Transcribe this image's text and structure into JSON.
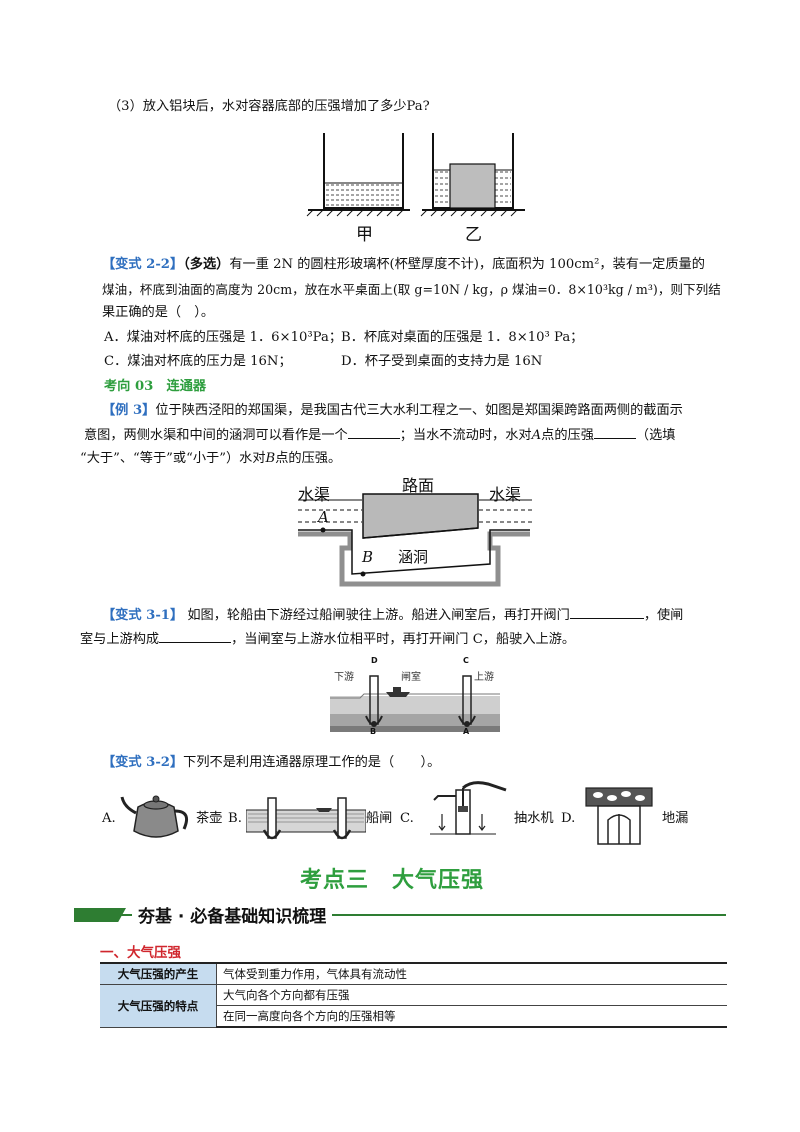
{
  "q3": "（3）放入铝块后，水对容器底部的压强增加了多少Pa?",
  "fig1": {
    "label_a": "甲",
    "label_b": "乙"
  },
  "v22": {
    "tag": "【变式 2-2】",
    "multi": "（多选）",
    "l1": "有一重 2N 的圆柱形玻璃杯(杯壁厚度不计)，底面积为 100cm²，装有一定质量的",
    "l2": "煤油，杯底到油面的高度为 20cm，放在水平桌面上(取 g=10N / kg，ρ 煤油=0．8×10³kg / m³)，则下列结",
    "l3": "果正确的是（　）。",
    "optA": "A．煤油对杯底的压强是 1．6×10³Pa；",
    "optB": "B．杯底对桌面的压强是 1．8×10³ Pa；",
    "optC": "C．煤油对杯底的压力是 16N；",
    "optD": "D．杯子受到桌面的支持力是 16N"
  },
  "kx03": {
    "code": "考向 03",
    "name": "连通器"
  },
  "ex3": {
    "tag": "【例 3】",
    "l1": "位于陕西泾阳的郑国渠，是我国古代三大水利工程之一、如图是郑国渠跨路面两侧的截面示",
    "l2a": "意图，两侧水渠和中间的涵洞可以看作是一个",
    "l2b": "；当水不流动时，水对",
    "l2A": "A",
    "l2c": "点的压强",
    "l2d": "（选填",
    "l3a": "“大于”、“等于”或“小于”）水对",
    "l3B": "B",
    "l3b": "点的压强。"
  },
  "fig2": {
    "left": "水渠",
    "road": "路面",
    "right": "水渠",
    "a": "A",
    "b": "B",
    "culvert": "涵洞"
  },
  "v31": {
    "tag": "【变式 3-1】",
    "l1a": "如图，轮船由下游经过船闸驶往上游。船进入闸室后，再打开阀门",
    "l1b": "，使闸",
    "l2a": "室与上游构成",
    "l2b": "，当闸室与上游水位相平时，再打开闸门 C，船驶入上游。"
  },
  "fig3": {
    "down": "下游",
    "chamber": "闸室",
    "up": "上游",
    "C": "C",
    "D": "D",
    "A": "A",
    "B": "B"
  },
  "v32": {
    "tag": "【变式 3-2】",
    "text": "下列不是利用连通器原理工作的是（　　）。",
    "optA": "A.",
    "nameA": "茶壶",
    "optB": "B.",
    "nameB": "船闸",
    "optC": "C.",
    "nameC": "抽水机",
    "optD": "D.",
    "nameD": "地漏"
  },
  "section": "考点三　大气压强",
  "banner": "夯基 · 必备基础知识梳理",
  "subtitle": "一、大气压强",
  "table": {
    "row1_head": "大气压强的产生",
    "row1_val": "气体受到重力作用，气体具有流动性",
    "row2_head": "大气压强的特点",
    "row2_val1": "大气向各个方向都有压强",
    "row2_val2": "在同一高度向各个方向的压强相等"
  }
}
